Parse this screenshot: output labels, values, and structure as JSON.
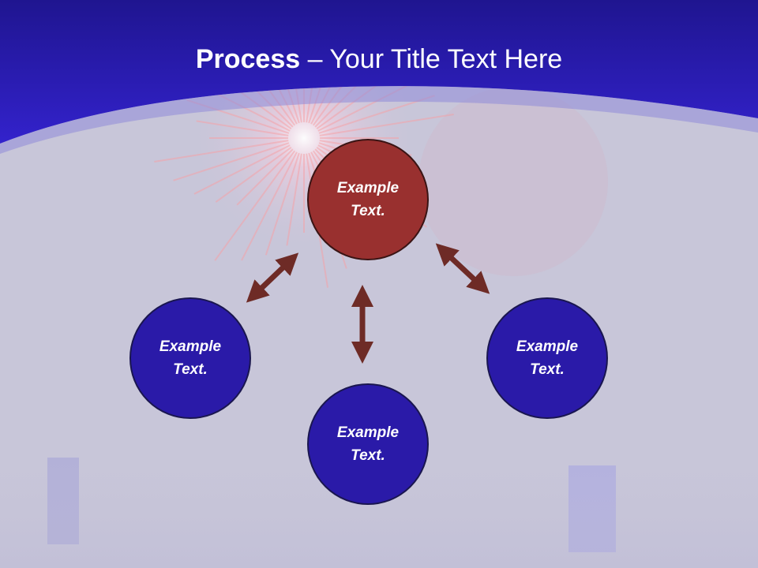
{
  "title": {
    "bold": "Process",
    "rest": " – Your Title Text Here"
  },
  "nodes": {
    "top": {
      "line1": "Example",
      "line2": "Text."
    },
    "left": {
      "line1": "Example",
      "line2": "Text."
    },
    "bottom": {
      "line1": "Example",
      "line2": "Text."
    },
    "right": {
      "line1": "Example",
      "line2": "Text."
    }
  },
  "colors": {
    "header": "#2b1cc0",
    "center_node": "#99302f",
    "outer_node": "#2a1aa8",
    "arrow": "#6e2b26"
  }
}
